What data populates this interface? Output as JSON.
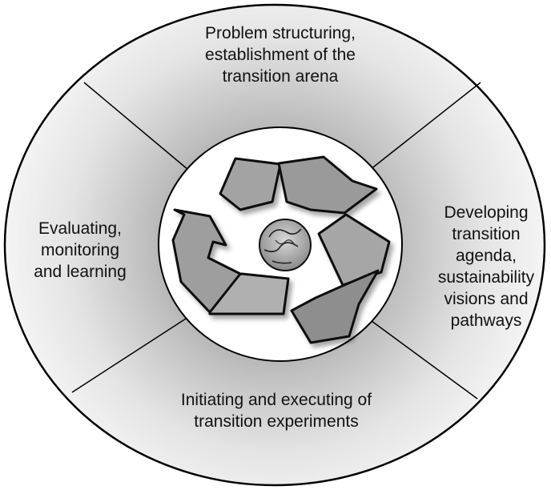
{
  "phases": {
    "top": {
      "lines": [
        "Problem structuring,",
        "establishment of the",
        "transition arena"
      ]
    },
    "right": {
      "lines": [
        "Developing",
        "transition",
        "agenda,",
        "sustainability",
        "visions and",
        "pathways"
      ]
    },
    "bottom": {
      "lines": [
        "Initiating and executing of",
        "transition experiments"
      ]
    },
    "left": {
      "lines": [
        "Evaluating,",
        "monitoring",
        "and learning"
      ]
    }
  },
  "center": {
    "symbol": "recycle-arrows-icon",
    "core": "globe-icon"
  },
  "colors": {
    "outline": "#000000",
    "sector_edge": "#f4f4f4",
    "sector_mid": "#bdbdbd",
    "arrow_fill": "#9a9a9a",
    "arrow_light": "#b8b8b8"
  }
}
